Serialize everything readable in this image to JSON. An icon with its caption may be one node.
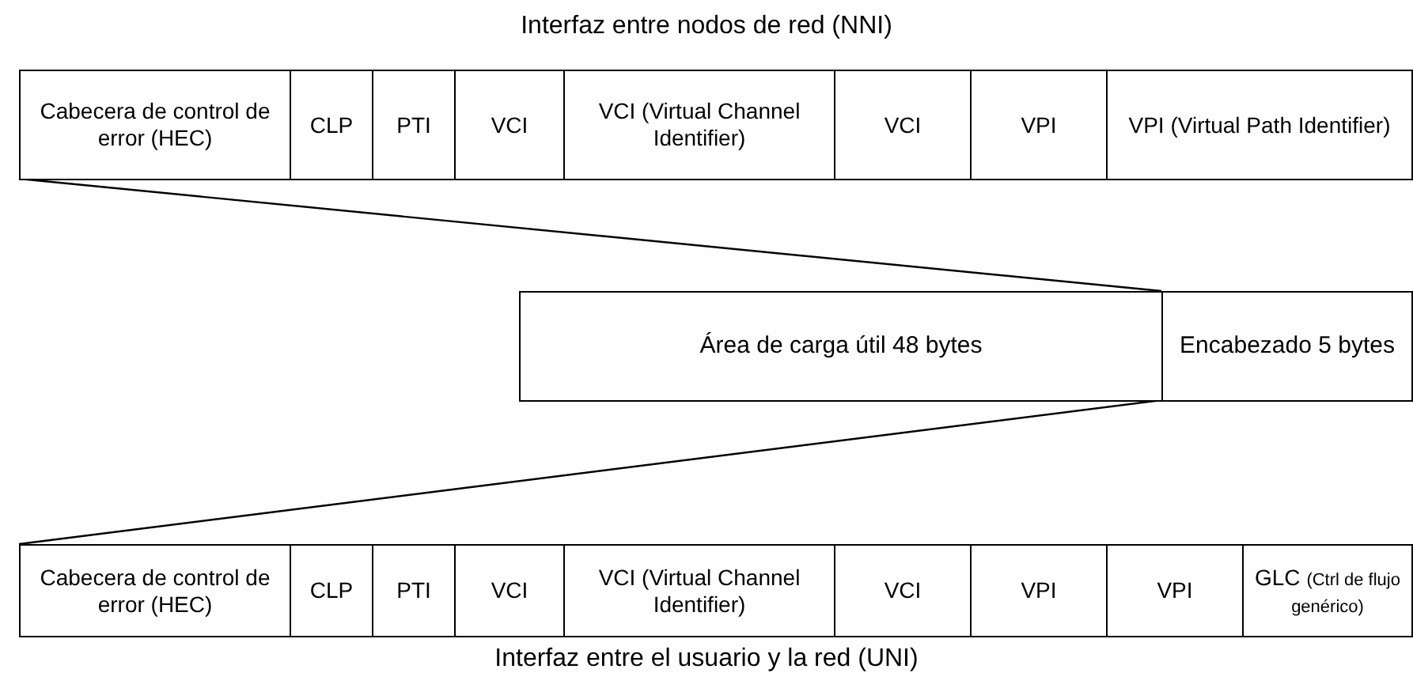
{
  "diagram": {
    "title": "Interfaz entre nodos de red (NNI)",
    "nodes": [
      {
        "text": [
          "Cabecera de control de error (HEC)"
        ]
      },
      {
        "text": [
          "CLP"
        ]
      },
      {
        "text": [
          "PTI"
        ]
      },
      {
        "text": [
          "VCI"
        ]
      },
      {
        "text": [
          "VCI (Virtual Channel Identifier)"
        ]
      },
      {
        "text": [
          "VCI"
        ]
      },
      {
        "text": [
          "VPI"
        ]
      },
      {
        "text": [
          "VPI (Virtual Path Identifier)"
        ]
      },
      {
        "text": [
          "Área de carga útil 48 bytes"
        ]
      },
      {
        "text": [
          "Encabezado 5 bytes"
        ]
      },
      {
        "text": [
          "Cabecera de control de error (HEC)"
        ]
      },
      {
        "text": [
          "CLP"
        ]
      },
      {
        "text": [
          "PTI"
        ]
      },
      {
        "text": [
          "VCI"
        ]
      },
      {
        "text": [
          "VCI (Virtual Channel Identifier)"
        ]
      },
      {
        "text": [
          "VCI"
        ]
      },
      {
        "text": [
          "VPI"
        ]
      },
      {
        "text": [
          "VPI"
        ]
      },
      {
        "text": [
          "GLC",
          "(Ctrl de flujo genérico)"
        ]
      }
    ],
    "edges": [
      {
        "from": 0,
        "to": 9,
        "arrow": "none"
      },
      {
        "from": 9,
        "to": 10,
        "arrow": "none"
      }
    ],
    "labels": [
      "Interfaz entre el usuario y la red (UNI)"
    ]
  }
}
